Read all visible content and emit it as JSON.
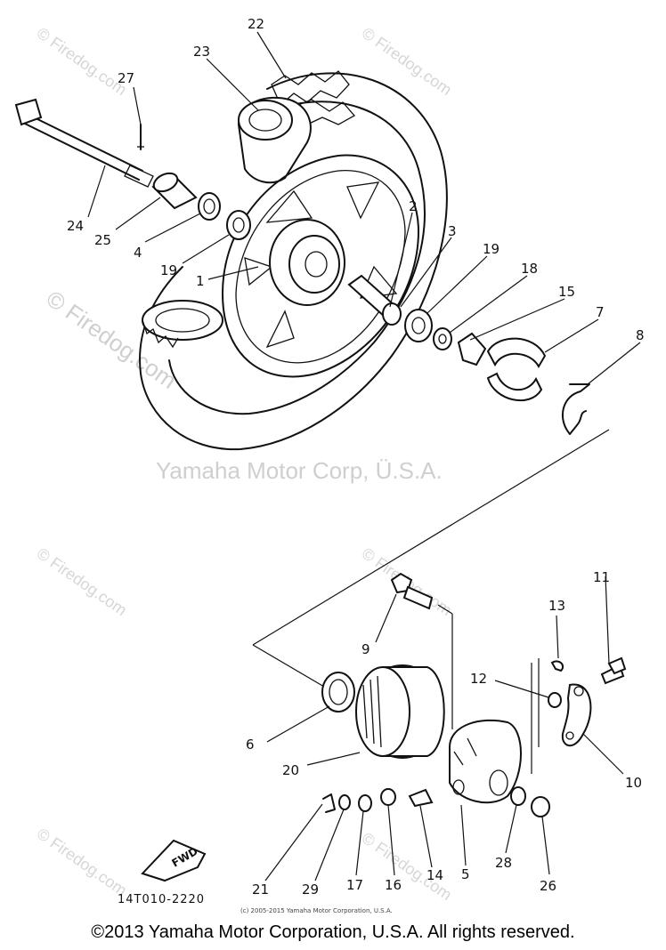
{
  "watermark_text": "© Firedog.com",
  "center_watermark": "Yamaha Motor Corp, Ü.S.A.",
  "drawing_code": "14T010-2220",
  "fwd_label": "FWD",
  "small_copyright": "(c) 2005-2015 Yamaha Motor Corporation, U.S.A.",
  "copyright": "©2013 Yamaha Motor Corporation, U.S.A. All rights reserved.",
  "callouts": {
    "c1": "1",
    "c2": "2",
    "c3": "3",
    "c4": "4",
    "c5": "5",
    "c6": "6",
    "c7": "7",
    "c8": "8",
    "c9": "9",
    "c10": "10",
    "c11": "11",
    "c12": "12",
    "c13": "13",
    "c14": "14",
    "c15": "15",
    "c16": "16",
    "c17": "17",
    "c18": "18",
    "c19a": "19",
    "c19b": "19",
    "c20": "20",
    "c21": "21",
    "c22": "22",
    "c23": "23",
    "c24": "24",
    "c25": "25",
    "c26": "26",
    "c27": "27",
    "c28": "28",
    "c29": "29"
  }
}
